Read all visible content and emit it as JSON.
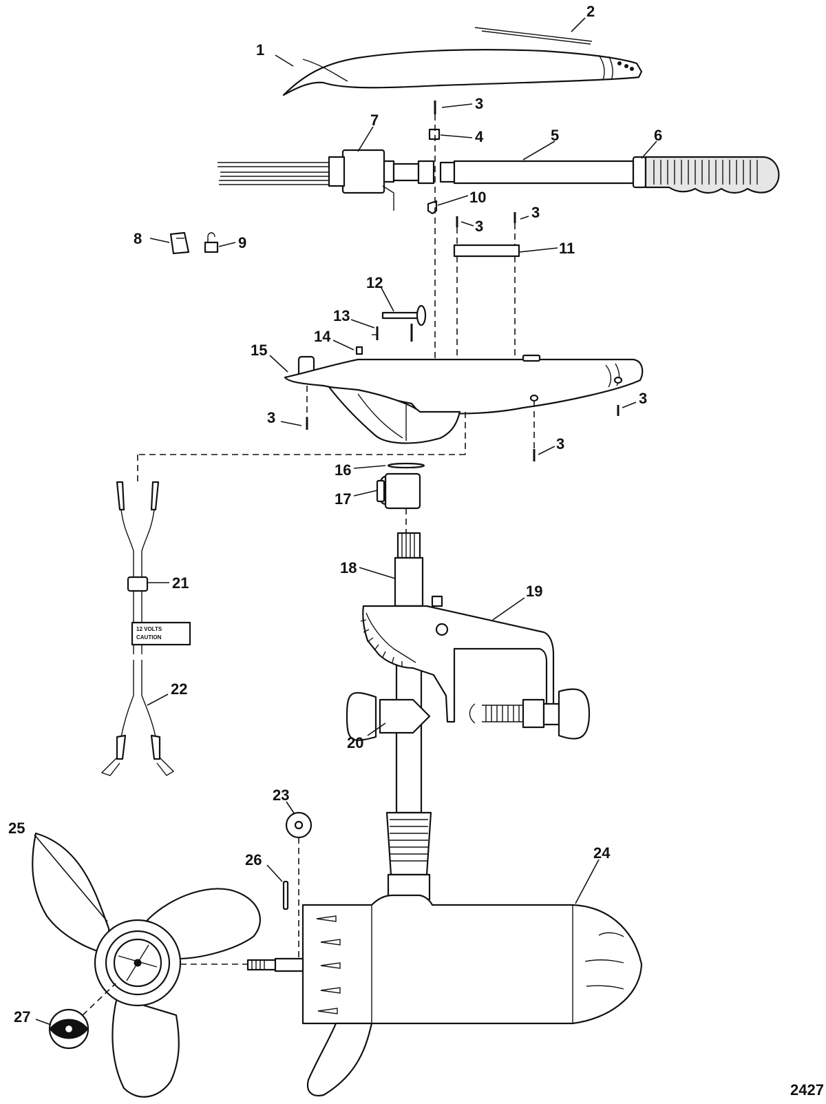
{
  "diagram": {
    "figure_number": "2427",
    "battery_tag_lines": [
      "12 VOLTS",
      "CAUTION"
    ],
    "callouts": [
      {
        "id": "c1",
        "label": "1"
      },
      {
        "id": "c2",
        "label": "2"
      },
      {
        "id": "c3a",
        "label": "3"
      },
      {
        "id": "c4",
        "label": "4"
      },
      {
        "id": "c5",
        "label": "5"
      },
      {
        "id": "c6",
        "label": "6"
      },
      {
        "id": "c7",
        "label": "7"
      },
      {
        "id": "c10",
        "label": "10"
      },
      {
        "id": "c3b",
        "label": "3"
      },
      {
        "id": "c3c",
        "label": "3"
      },
      {
        "id": "c8",
        "label": "8"
      },
      {
        "id": "c9",
        "label": "9"
      },
      {
        "id": "c11",
        "label": "11"
      },
      {
        "id": "c12",
        "label": "12"
      },
      {
        "id": "c13",
        "label": "13"
      },
      {
        "id": "c14",
        "label": "14"
      },
      {
        "id": "c15",
        "label": "15"
      },
      {
        "id": "c3d",
        "label": "3"
      },
      {
        "id": "c3e",
        "label": "3"
      },
      {
        "id": "c3f",
        "label": "3"
      },
      {
        "id": "c16",
        "label": "16"
      },
      {
        "id": "c17",
        "label": "17"
      },
      {
        "id": "c21",
        "label": "21"
      },
      {
        "id": "c18",
        "label": "18"
      },
      {
        "id": "c19",
        "label": "19"
      },
      {
        "id": "c22",
        "label": "22"
      },
      {
        "id": "c20",
        "label": "20"
      },
      {
        "id": "c23",
        "label": "23"
      },
      {
        "id": "c25",
        "label": "25"
      },
      {
        "id": "c26",
        "label": "26"
      },
      {
        "id": "c24",
        "label": "24"
      },
      {
        "id": "c27",
        "label": "27"
      }
    ]
  }
}
